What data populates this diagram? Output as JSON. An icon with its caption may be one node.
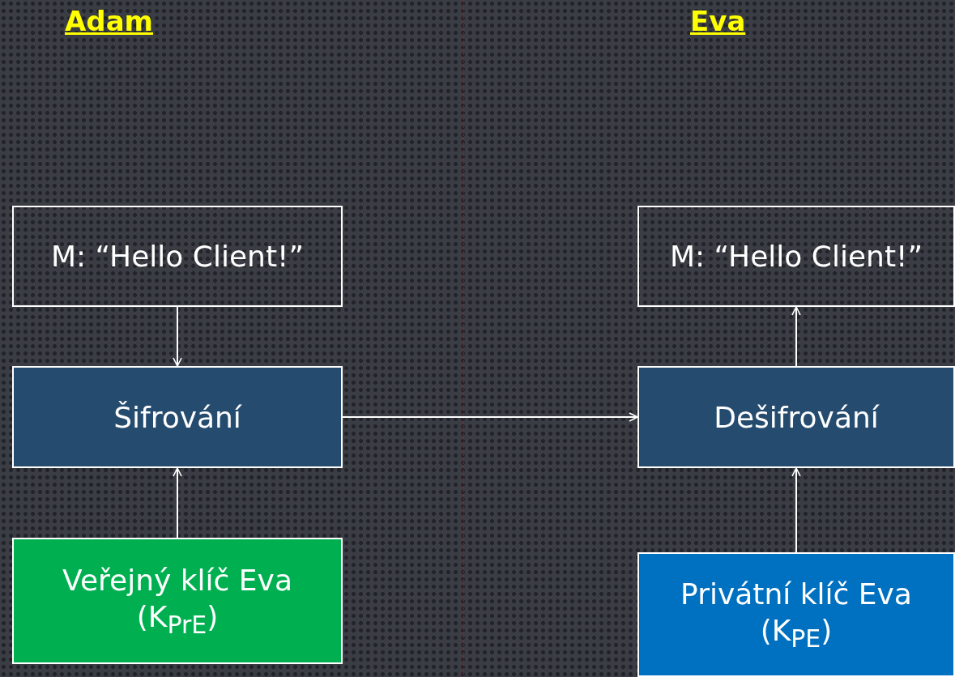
{
  "diagram": {
    "nodes": [
      {
        "text": [
          "M: “Hello Client!”"
        ]
      },
      {
        "text": [
          "Šifrování"
        ]
      },
      {
        "text": [
          "Veřejný klíč Eva (K$_{PrE}$)"
        ]
      },
      {
        "text": [
          "M: “Hello Client!”"
        ]
      },
      {
        "text": [
          "Dešifrování"
        ]
      },
      {
        "text": [
          "Privátní klíč Eva (K$_{PE}$)"
        ]
      }
    ],
    "edges": [
      {
        "from": 0,
        "to": 1,
        "arrow": "to"
      },
      {
        "from": 2,
        "to": 1,
        "arrow": "to"
      },
      {
        "from": 1,
        "to": 4,
        "arrow": "to"
      },
      {
        "from": 4,
        "to": 3,
        "arrow": "to"
      },
      {
        "from": 5,
        "to": 4,
        "arrow": "to"
      }
    ],
    "labels": [
      "Adam",
      "Eva"
    ]
  }
}
